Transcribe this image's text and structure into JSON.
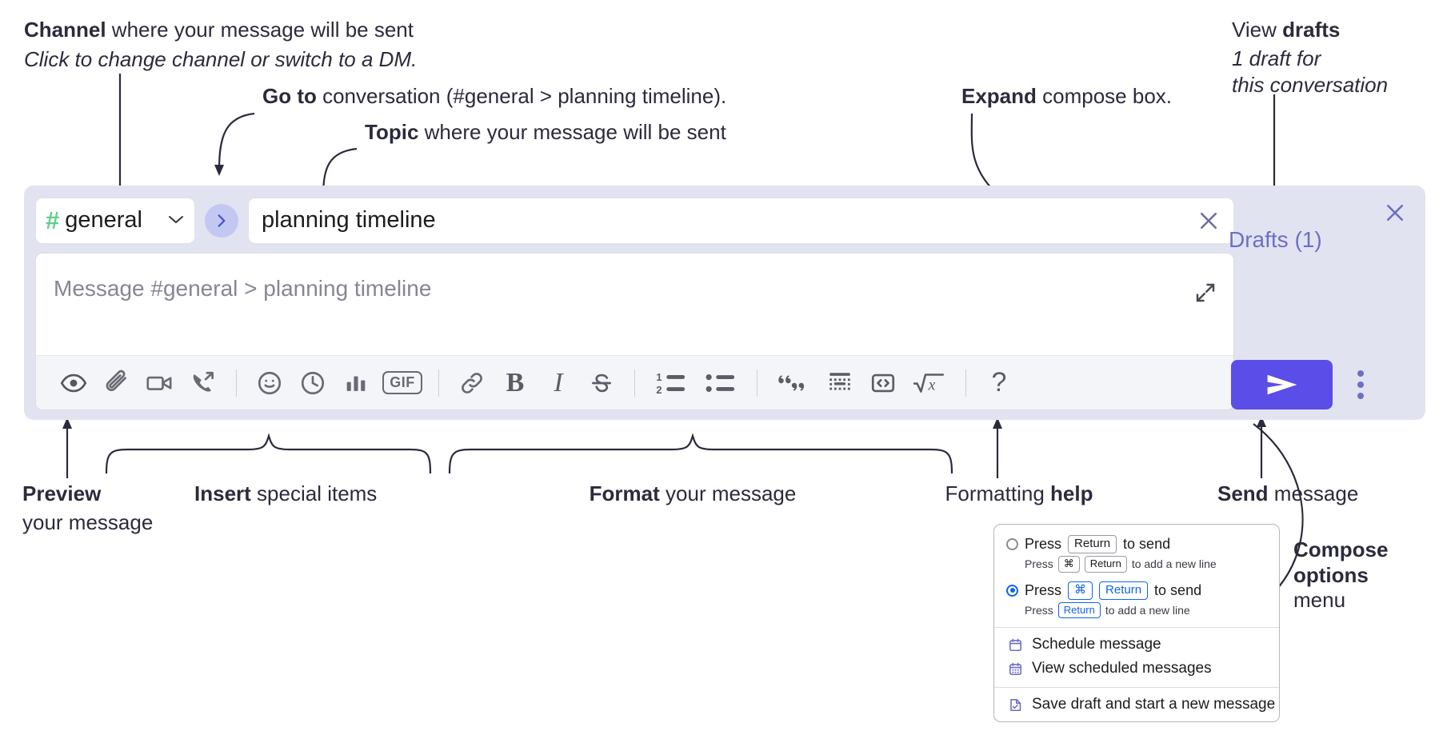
{
  "annotations": {
    "channel_title_bold": "Channel",
    "channel_title_rest": " where your message will be sent",
    "channel_sub": "Click to change channel or switch to a DM.",
    "goto_bold": "Go to",
    "goto_rest": " conversation (#general > planning timeline).",
    "topic_bold": "Topic",
    "topic_rest": " where your message will be sent",
    "expand_bold": "Expand",
    "expand_rest": " compose box.",
    "drafts_bold_pre": "View ",
    "drafts_bold": "drafts",
    "drafts_sub_1": "1 draft for",
    "drafts_sub_2": "this conversation",
    "preview_bold": "Preview",
    "preview_rest": "your message",
    "insert_bold": "Insert",
    "insert_rest": " special items",
    "format_bold": "Format",
    "format_rest": " your message",
    "formatting_pre": "Formatting ",
    "formatting_bold": "help",
    "send_bold": "Send",
    "send_rest": " message",
    "compose_bold_1": "Compose",
    "compose_bold_2": "options",
    "compose_rest": "menu"
  },
  "compose": {
    "channel_hash": "#",
    "channel_name": "general",
    "channel_chevron": "chevron-down",
    "go_to_label": "go-to-conversation",
    "topic_value": "planning timeline",
    "topic_clear": "clear-topic",
    "message_placeholder": "Message #general > planning timeline",
    "expand_label": "expand-compose-box",
    "drafts_label": "Drafts (1)",
    "send_label": "send",
    "kebab_label": "compose-options",
    "close_label": "close",
    "toolbar": [
      {
        "name": "preview-icon",
        "kind": "eye"
      },
      {
        "name": "attachment-icon",
        "kind": "paperclip"
      },
      {
        "name": "video-icon",
        "kind": "video"
      },
      {
        "name": "huddle-icon",
        "kind": "phone-forward"
      },
      {
        "name": "separator",
        "kind": "sep"
      },
      {
        "name": "emoji-icon",
        "kind": "smiley"
      },
      {
        "name": "reminder-icon",
        "kind": "clock"
      },
      {
        "name": "poll-icon",
        "kind": "bars"
      },
      {
        "name": "gif-icon",
        "kind": "gif",
        "label": "GIF"
      },
      {
        "name": "separator",
        "kind": "sep"
      },
      {
        "name": "link-icon",
        "kind": "link"
      },
      {
        "name": "bold-icon",
        "kind": "bold",
        "label": "B"
      },
      {
        "name": "italic-icon",
        "kind": "italic",
        "label": "I"
      },
      {
        "name": "strikethrough-icon",
        "kind": "strike"
      },
      {
        "name": "separator",
        "kind": "sep"
      },
      {
        "name": "ordered-list-icon",
        "kind": "ol"
      },
      {
        "name": "bulleted-list-icon",
        "kind": "ul"
      },
      {
        "name": "separator",
        "kind": "sep"
      },
      {
        "name": "blockquote-icon",
        "kind": "quote"
      },
      {
        "name": "code-block-icon",
        "kind": "codeblock"
      },
      {
        "name": "inline-code-icon",
        "kind": "code"
      },
      {
        "name": "math-icon",
        "kind": "math"
      },
      {
        "name": "separator",
        "kind": "sep"
      },
      {
        "name": "formatting-help-icon",
        "kind": "help",
        "label": "?"
      }
    ]
  },
  "popup": {
    "option1": {
      "pre": "Press",
      "key": "Return",
      "post": "to send",
      "sub_pre": "Press",
      "sub_key1": "⌘",
      "sub_key2": "Return",
      "sub_post": "to add a new line",
      "selected": false
    },
    "option2": {
      "pre": "Press",
      "key1": "⌘",
      "key2": "Return",
      "post": "to send",
      "sub_pre": "Press",
      "sub_key": "Return",
      "sub_post": "to add a new line",
      "selected": true
    },
    "items": [
      {
        "label": "Schedule message",
        "icon": "calendar-icon"
      },
      {
        "label": "View scheduled messages",
        "icon": "calendar-grid-icon"
      },
      {
        "label": "Save draft and start a new message",
        "icon": "draft-check-icon"
      }
    ]
  },
  "colors": {
    "panel_bg": "#e2e3f0",
    "send_purple": "#5b4de8",
    "hash_green": "#5fd08a",
    "drafts_purple": "#6d6fc4",
    "radio_blue": "#1264e8",
    "text_dark": "#2b2b3c"
  }
}
